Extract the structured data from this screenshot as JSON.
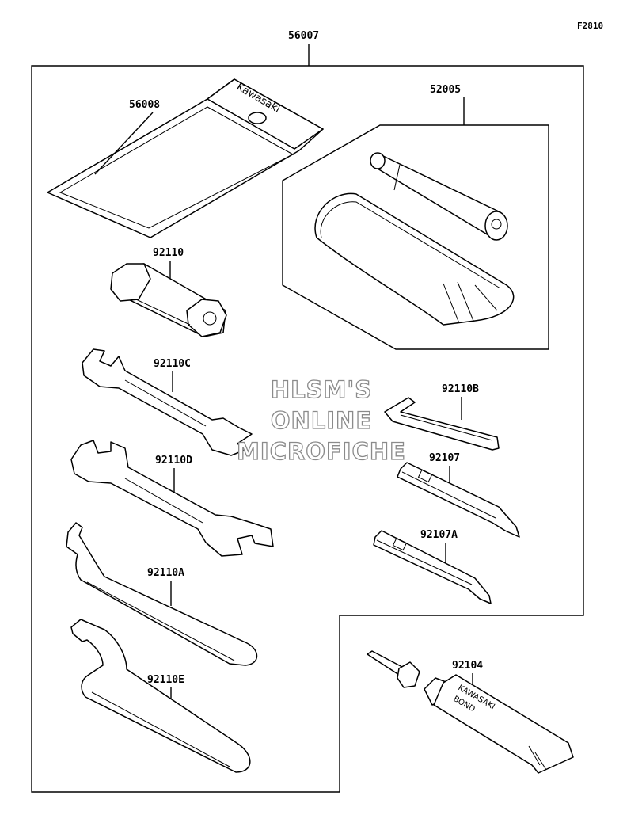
{
  "figure_code": "F2810",
  "assembly": {
    "part_number": "56007"
  },
  "parts": {
    "pouch": "56008",
    "pouch_brand": "Kawasaki",
    "tire_kit": "52005",
    "plug_wrench": "92110",
    "wrench_small": "92110C",
    "wrench_large": "92110D",
    "hook_wrench_a": "92110A",
    "hook_wrench_e": "92110E",
    "hex_key": "92110B",
    "screwdriver": "92107",
    "screwdriver_a": "92107A",
    "bond": "92104",
    "bond_text_1": "KAWASAKI",
    "bond_text_2": "BOND"
  },
  "watermark": {
    "line1": "HLSM'S",
    "line2": "ONLINE",
    "line3": "MICROFICHE"
  }
}
